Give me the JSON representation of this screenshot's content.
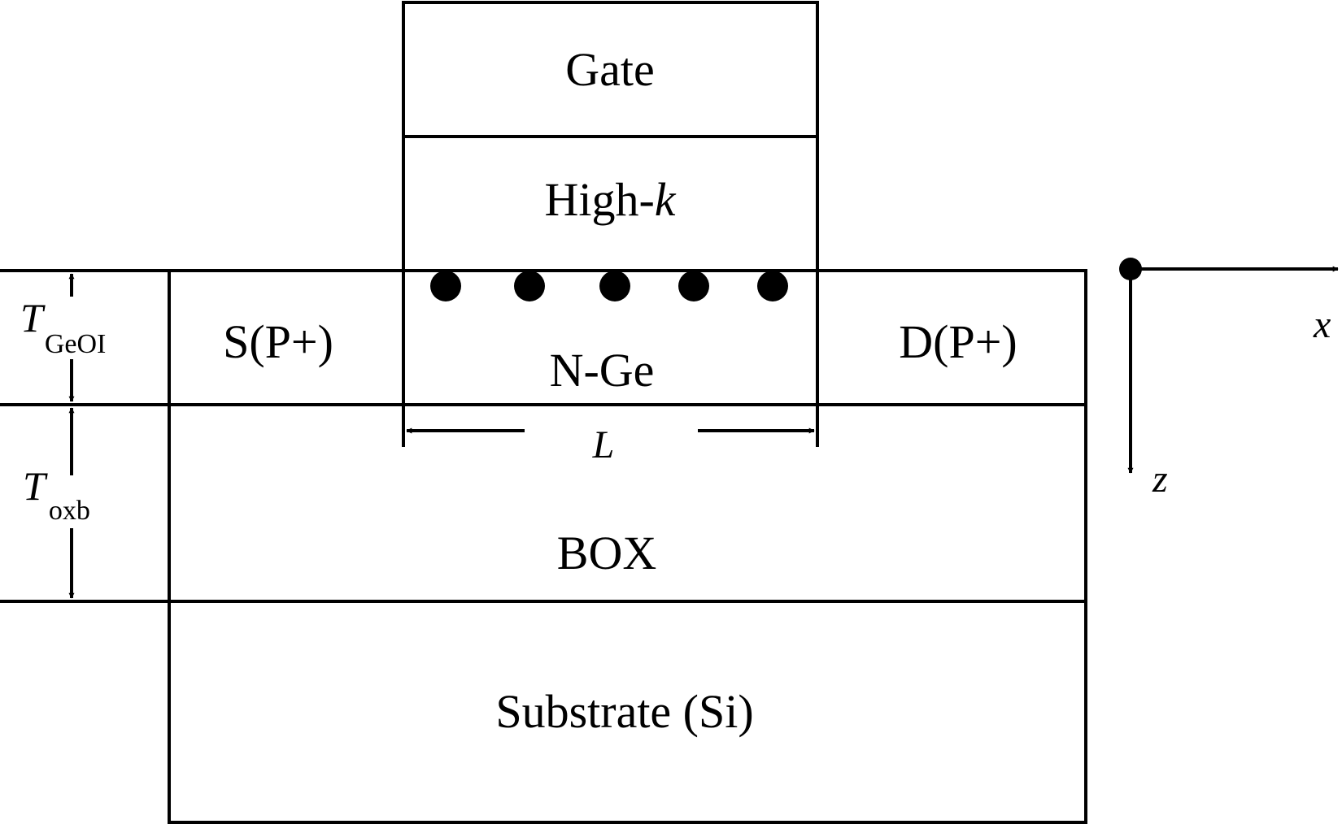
{
  "diagram": {
    "layers": {
      "gate": "Gate",
      "high_k_prefix": "High-",
      "high_k_italic": "k",
      "channel": "N-Ge",
      "source": "S(P+)",
      "drain": "D(P+)",
      "box": "BOX",
      "substrate": "Substrate (Si)"
    },
    "dimensions": {
      "t_geoi_symbol": "T",
      "t_geoi_subscript": "GeOI",
      "t_oxb_symbol": "T",
      "t_oxb_subscript": "oxb",
      "length": "L"
    },
    "axes": {
      "x": "x",
      "z": "z"
    },
    "charge_count": 5
  }
}
